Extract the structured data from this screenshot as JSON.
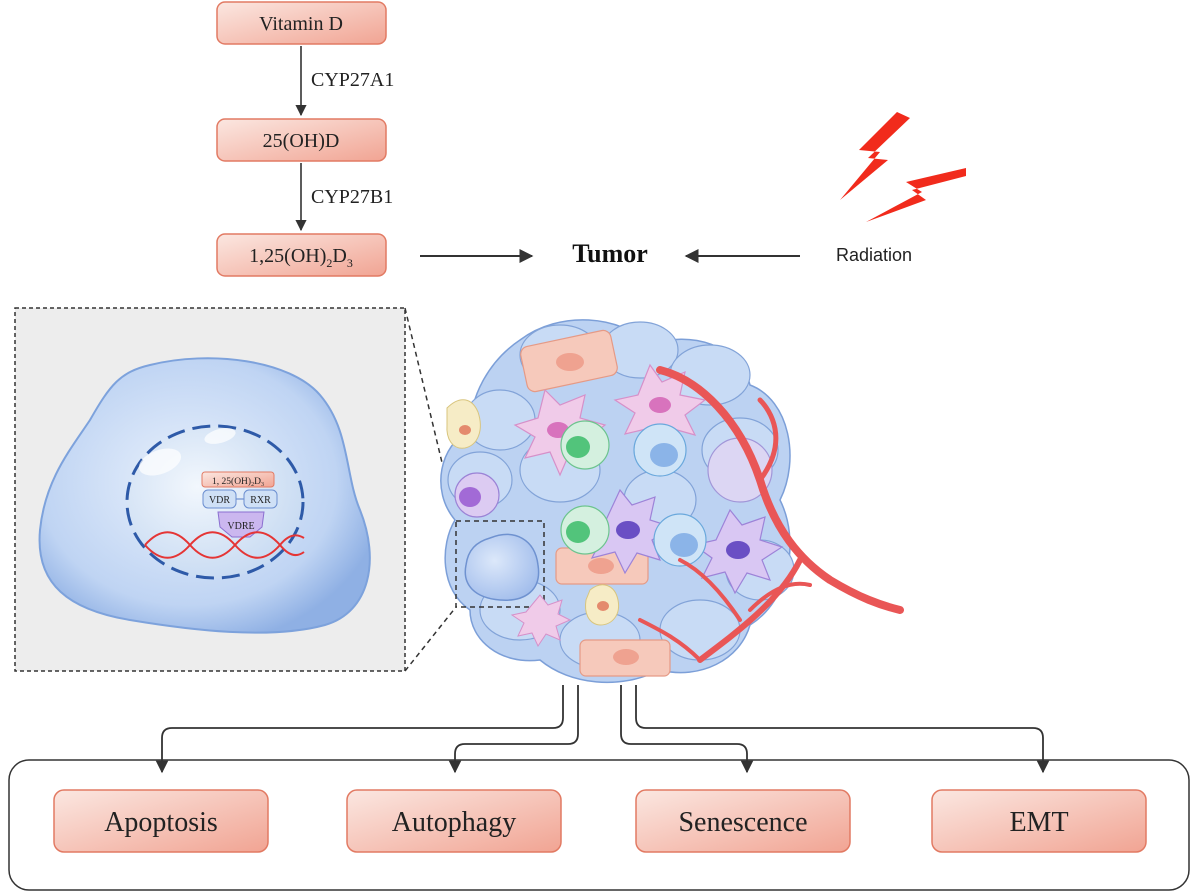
{
  "pathway": {
    "step1": "Vitamin D",
    "enzyme1": "CYP27A1",
    "step2": "25(OH)D",
    "enzyme2": "CYP27B1",
    "step3": {
      "pre": "1,25(OH)",
      "sub1": "2",
      "mid": "D",
      "sub2": "3"
    }
  },
  "center": {
    "tumor": "Tumor",
    "radiation": "Radiation"
  },
  "nucleus": {
    "ligand": {
      "pre": "1, 25(OH)",
      "sub1": "2",
      "mid": "D",
      "sub2": "3"
    },
    "vdr": "VDR",
    "rxr": "RXR",
    "vdre": "VDRE"
  },
  "outcomes": [
    "Apoptosis",
    "Autophagy",
    "Senescence",
    "EMT"
  ],
  "colors": {
    "box_fill_top": "#f9dcd4",
    "box_fill_bottom": "#f2a898",
    "box_stroke": "#e27a63",
    "bolt": "#f12b1c",
    "vessel": "#e95656",
    "cell": "#b9d0f2"
  }
}
